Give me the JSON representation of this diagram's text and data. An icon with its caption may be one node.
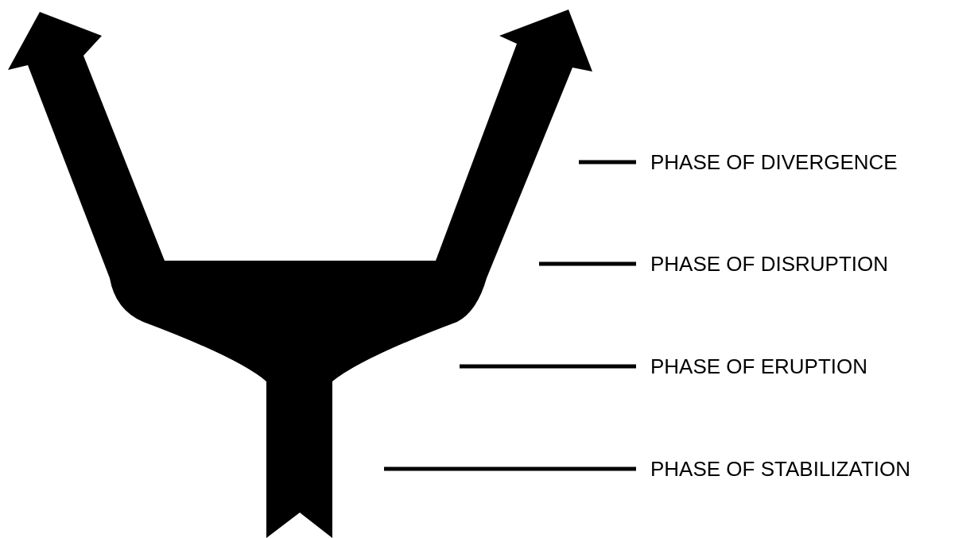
{
  "diagram": {
    "nodes": [
      {
        "text": [
          "PHASE OF DIVERGENCE"
        ]
      },
      {
        "text": [
          "PHASE OF DISRUPTION"
        ]
      },
      {
        "text": [
          "PHASE OF ERUPTION"
        ]
      },
      {
        "text": [
          "PHASE OF STABILIZATION"
        ]
      }
    ],
    "edges": [
      {
        "from": 0,
        "to": null,
        "arrow": "none"
      },
      {
        "from": 1,
        "to": null,
        "arrow": "none"
      },
      {
        "from": 2,
        "to": null,
        "arrow": "none"
      },
      {
        "from": 3,
        "to": null,
        "arrow": "none"
      }
    ]
  }
}
